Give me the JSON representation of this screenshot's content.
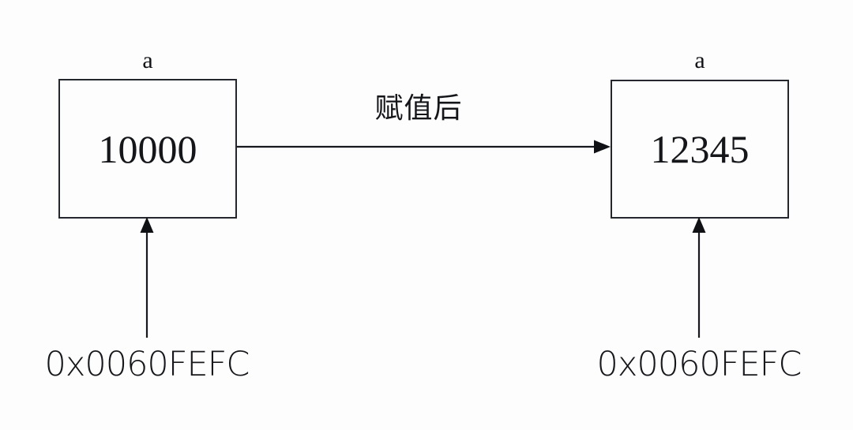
{
  "diagram": {
    "title_text": "赋值后",
    "background_color": "#fdfdfd",
    "stroke_color": "#25272e",
    "text_color": "#14161a",
    "before": {
      "var_label": "a",
      "value": "10000",
      "address": "0x0060FEFC"
    },
    "after": {
      "var_label": "a",
      "value": "12345",
      "address": "0x0060FEFC"
    },
    "transition": {
      "label": "赋值后",
      "direction": "left-to-right"
    }
  }
}
